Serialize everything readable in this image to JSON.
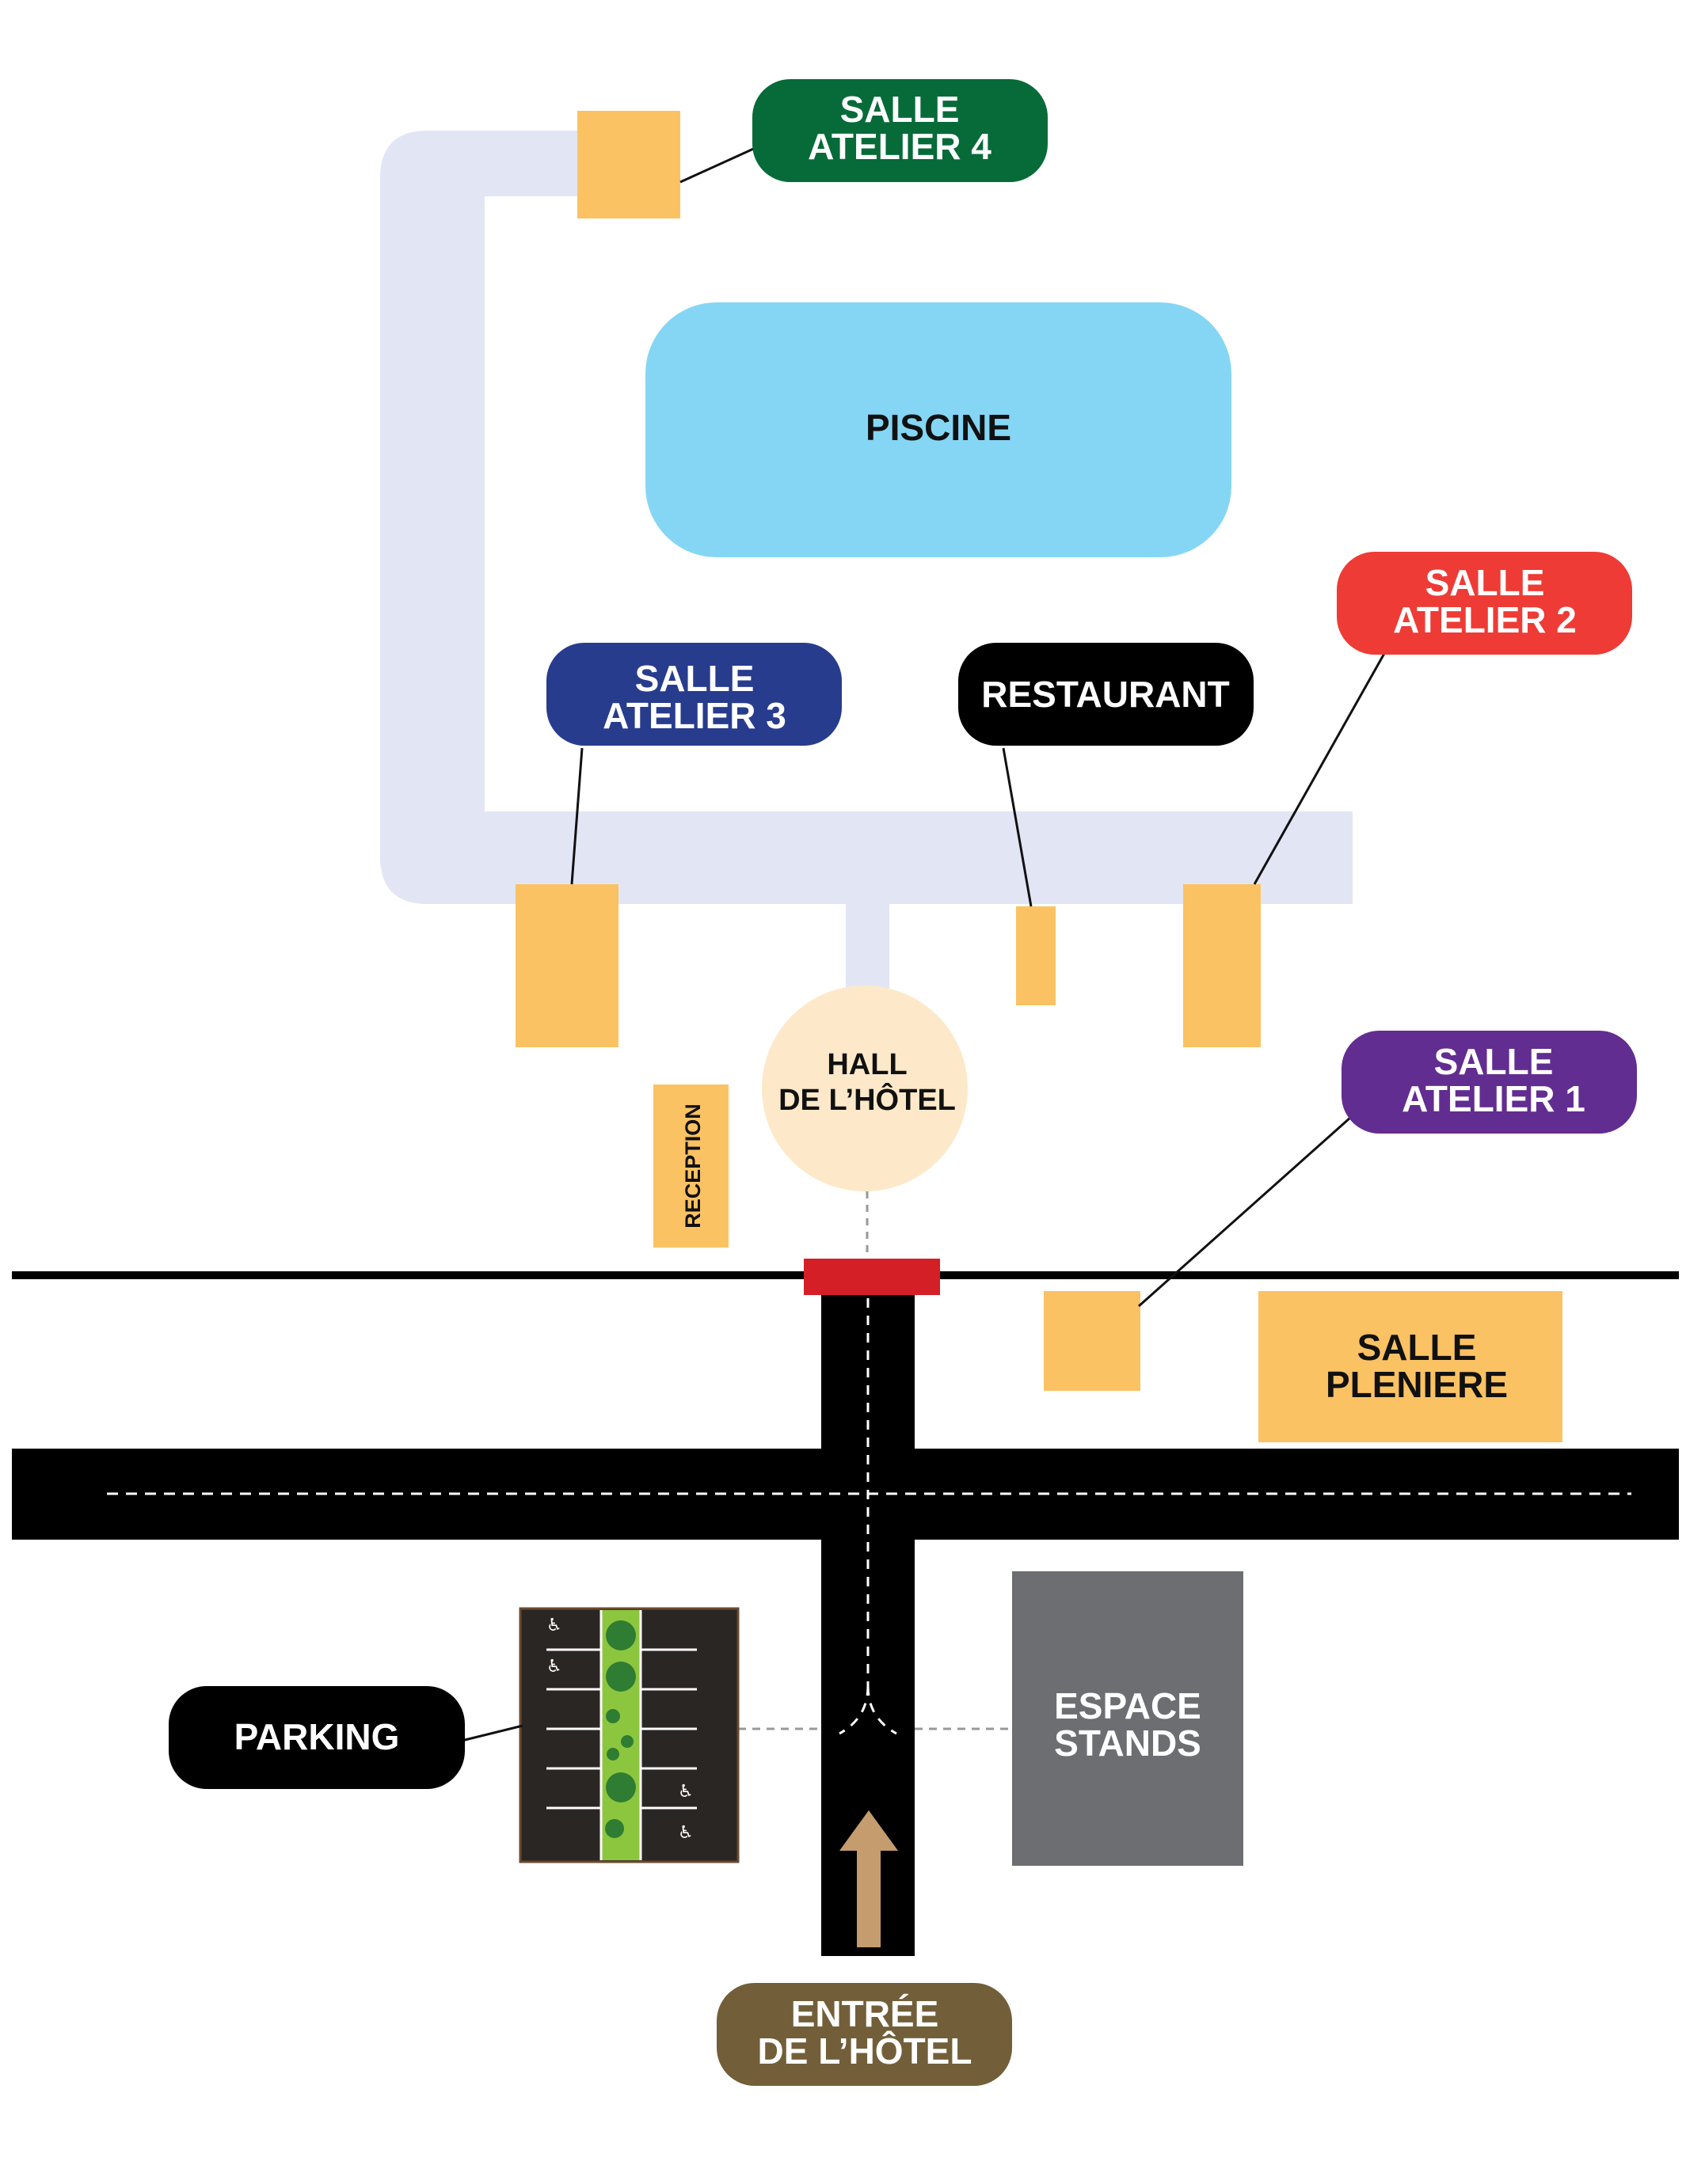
{
  "colors": {
    "corridor": "#e2e5f4",
    "room": "#fbc263",
    "pool": "#85d6f5",
    "hall": "#fde9c9",
    "road": "#000000",
    "door": "#d41f27",
    "stands": "#6d6e71",
    "arrow": "#c49c6e",
    "green": "#066b38",
    "blue": "#283c8e",
    "red": "#ee3b35",
    "purple": "#622d90",
    "black": "#000000",
    "brown": "#725f39"
  },
  "labels": {
    "atelier4": [
      "SALLE",
      "ATELIER 4"
    ],
    "piscine": "PISCINE",
    "atelier2": [
      "SALLE",
      "ATELIER 2"
    ],
    "atelier3": [
      "SALLE",
      "ATELIER 3"
    ],
    "restaurant": "RESTAURANT",
    "hall": [
      "HALL",
      "DE L’HÔTEL"
    ],
    "atelier1": [
      "SALLE",
      "ATELIER 1"
    ],
    "reception": "RECEPTION",
    "pleniere": [
      "SALLE",
      "PLENIERE"
    ],
    "parking": "PARKING",
    "stands": [
      "ESPACE",
      "STANDS"
    ],
    "entree": [
      "ENTRÉE",
      "DE L’HÔTEL"
    ]
  },
  "icons": {
    "parking_trees": "tree-icon",
    "parking_spaces": "accessible-parking-icon",
    "entry_arrow": "arrow-up-icon"
  }
}
